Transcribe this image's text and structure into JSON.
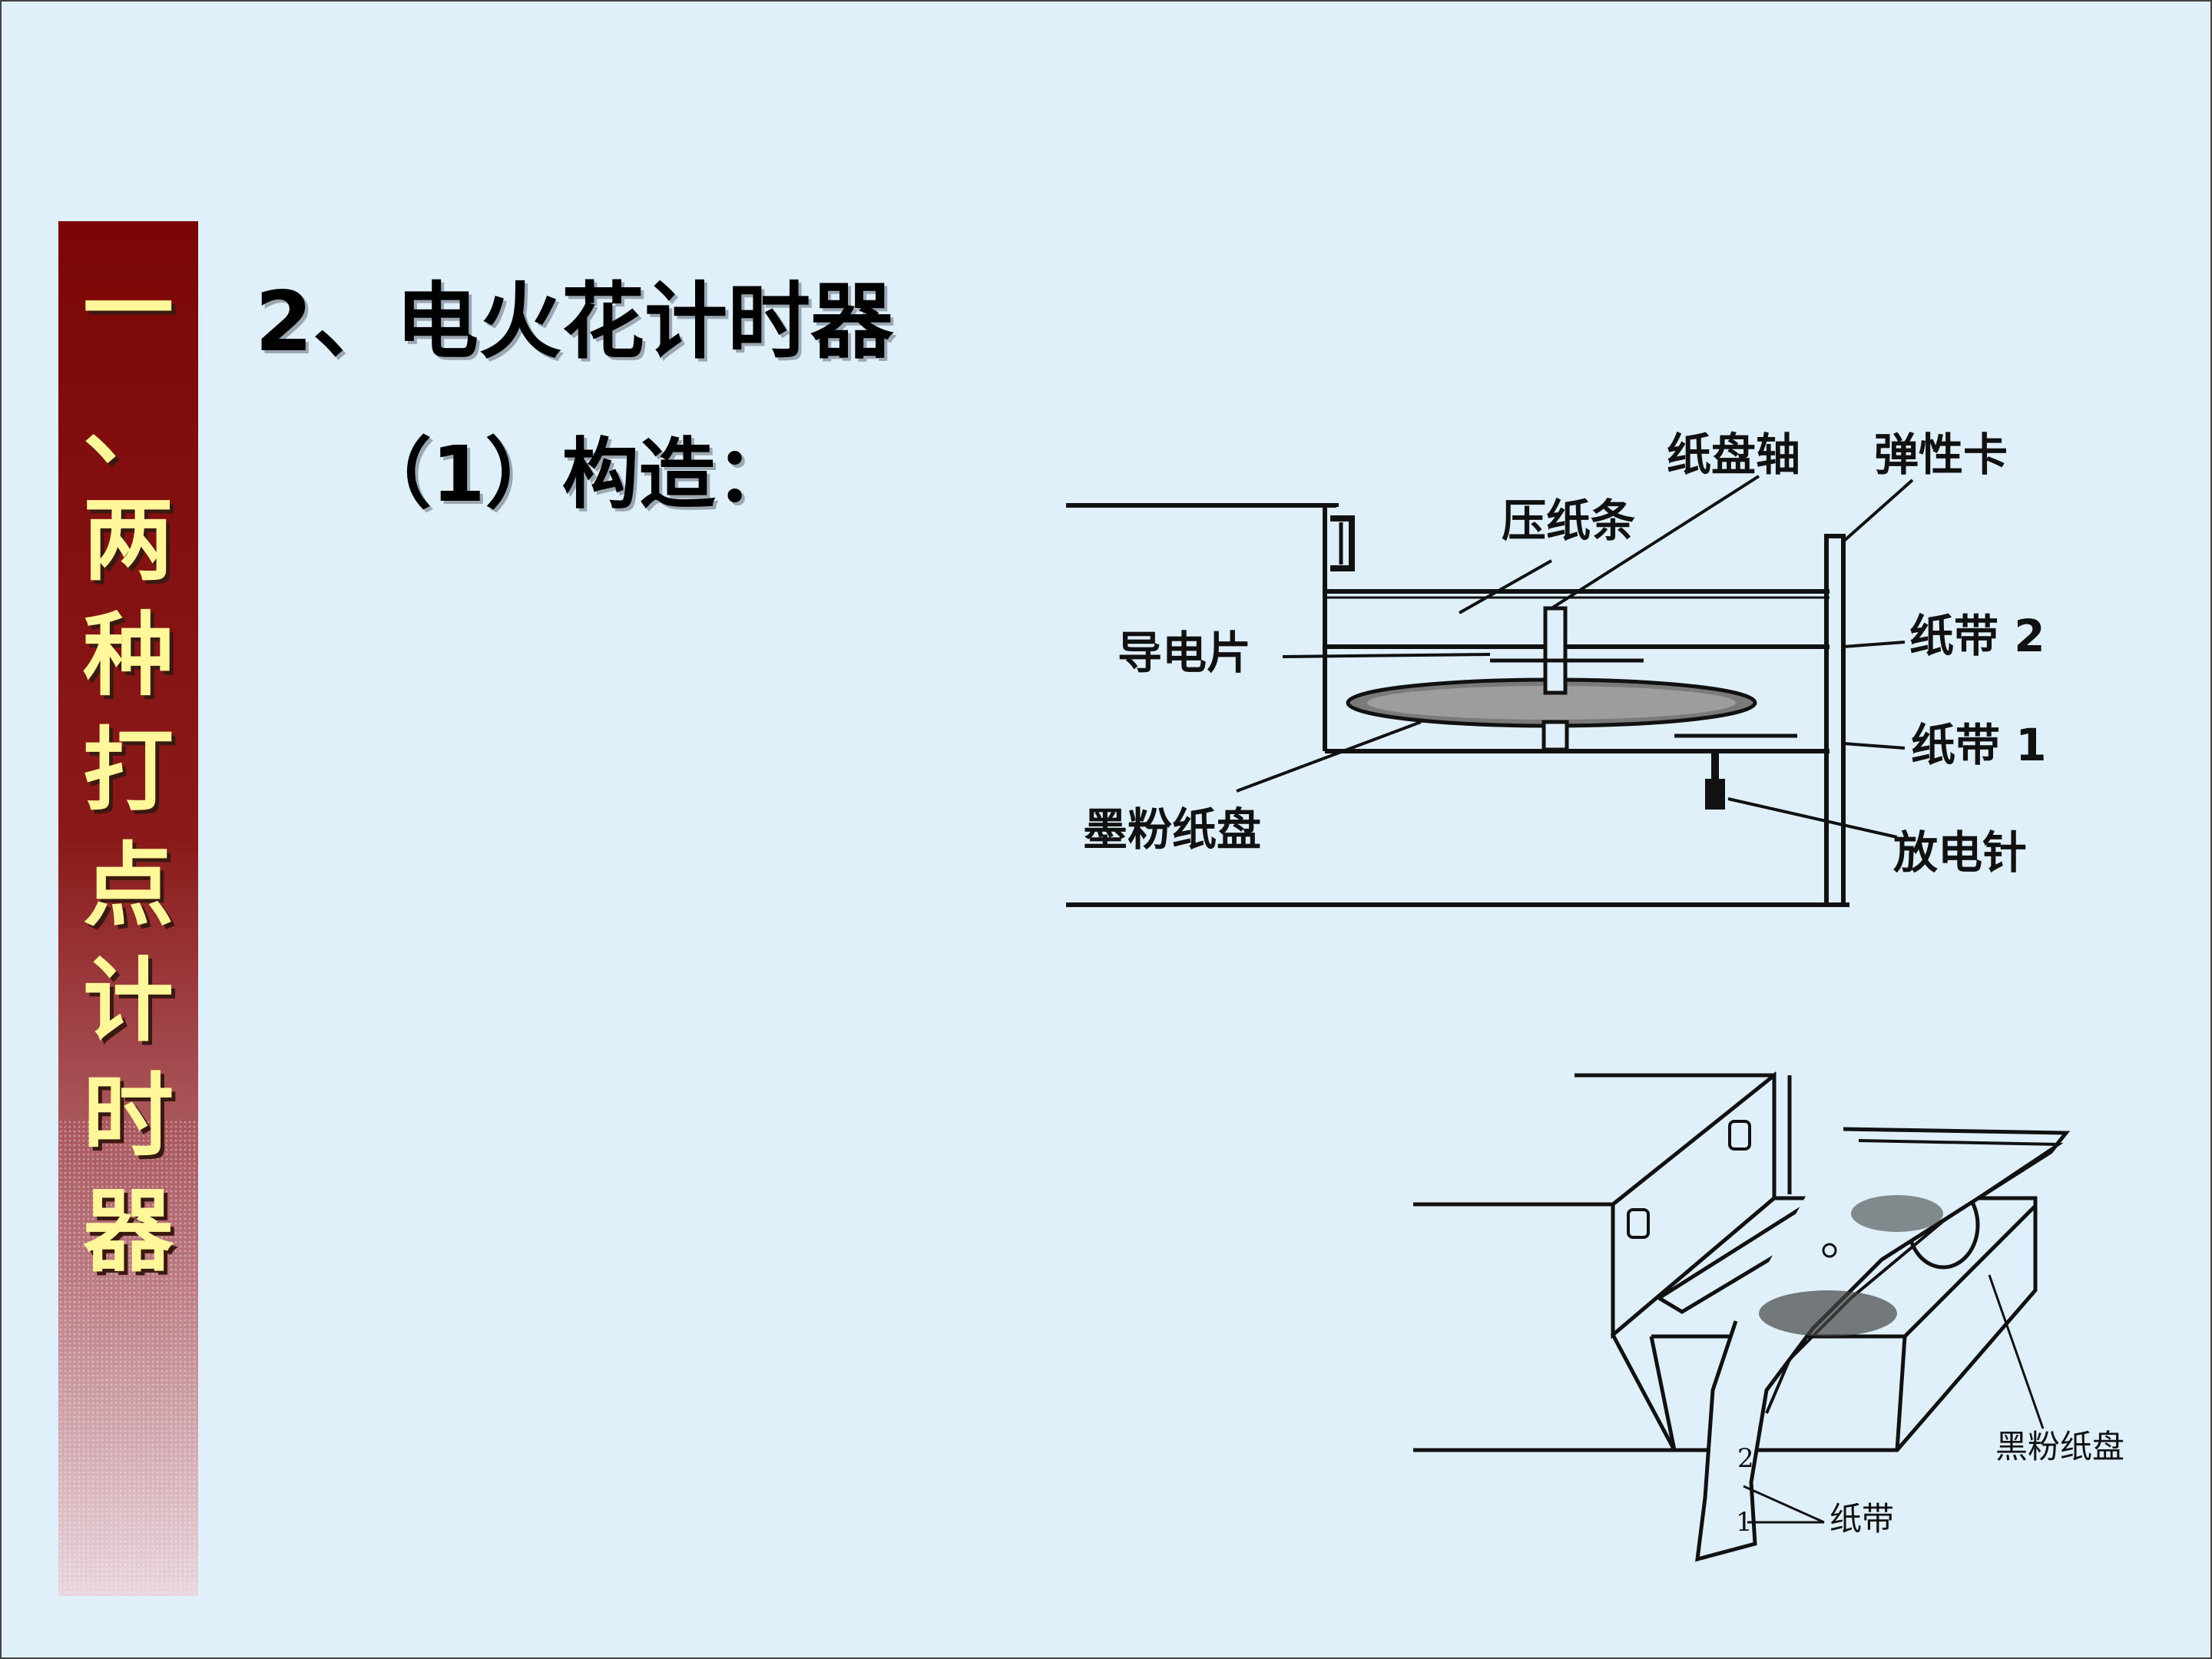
{
  "sidebar": {
    "chars": [
      "一",
      "、",
      "两",
      "种",
      "打",
      "点",
      "计",
      "时",
      "器"
    ]
  },
  "heading": {
    "title": "2、电火花计时器",
    "subtitle": "（1）构造："
  },
  "diagram_top": {
    "labels": {
      "paper_disc_axis": "纸盘轴",
      "spring_clip": "弹性卡",
      "press_strip": "压纸条",
      "conductor_plate": "导电片",
      "paper_tape_2": "纸带 2",
      "paper_tape_1": "纸带 1",
      "toner_disc": "墨粉纸盘",
      "discharge_needle": "放电针"
    }
  },
  "diagram_bottom": {
    "labels": {
      "toner_disc": "黑粉纸盘",
      "tape_num_2": "2",
      "tape_num_1": "1",
      "paper_tape": "纸带"
    }
  },
  "colors": {
    "background": "#dff0fa",
    "banner_top": "#7c0606",
    "banner_text": "#fff79a"
  }
}
